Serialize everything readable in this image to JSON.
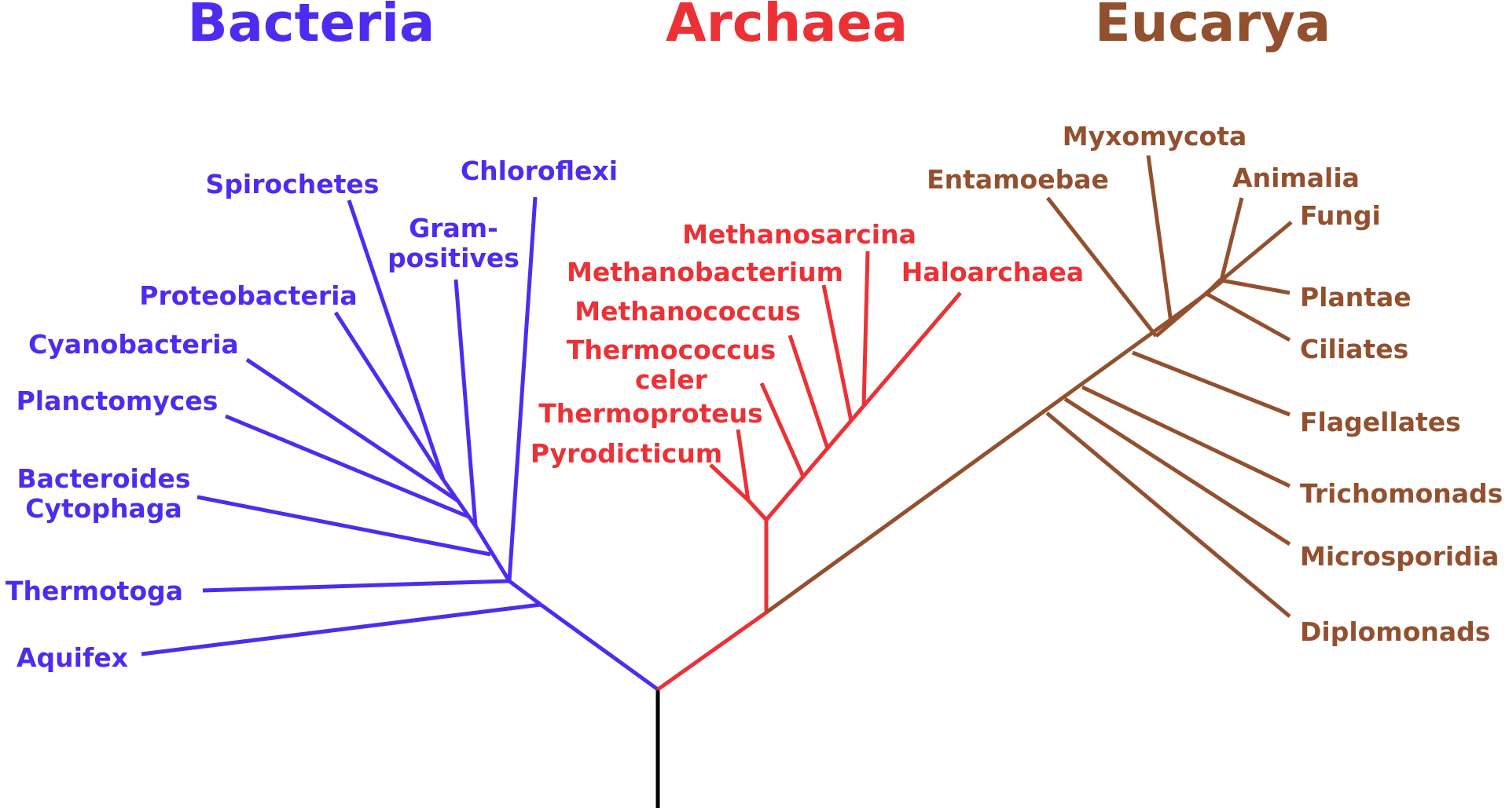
{
  "colors": {
    "bacteria": "#4f2bf0",
    "archaea": "#ec3136",
    "eucarya": "#93502e",
    "root": "#000000"
  },
  "domains": {
    "bacteria": "Bacteria",
    "archaea": "Archaea",
    "eucarya": "Eucarya"
  },
  "bacteria": {
    "spirochetes": "Spirochetes",
    "chloroflexi": "Chloroflexi",
    "gram_line1": "Gram-",
    "gram_line2": "positives",
    "proteobacteria": "Proteobacteria",
    "cyanobacteria": "Cyanobacteria",
    "planctomyces": "Planctomyces",
    "bacteroides_line1": "Bacteroides",
    "bacteroides_line2": "Cytophaga",
    "thermotoga": "Thermotoga",
    "aquifex": "Aquifex"
  },
  "archaea": {
    "methanosarcina": "Methanosarcina",
    "methanobacterium": "Methanobacterium",
    "haloarchaea": "Haloarchaea",
    "methanococcus": "Methanococcus",
    "thermococcus_line1": "Thermococcus",
    "thermococcus_line2": "celer",
    "thermoproteus": "Thermoproteus",
    "pyrodicticum": "Pyrodicticum"
  },
  "eucarya": {
    "myxomycota": "Myxomycota",
    "entamoebae": "Entamoebae",
    "animalia": "Animalia",
    "fungi": "Fungi",
    "plantae": "Plantae",
    "ciliates": "Ciliates",
    "flagellates": "Flagellates",
    "trichomonads": "Trichomonads",
    "microsporidia": "Microsporidia",
    "diplomonads": "Diplomonads"
  }
}
